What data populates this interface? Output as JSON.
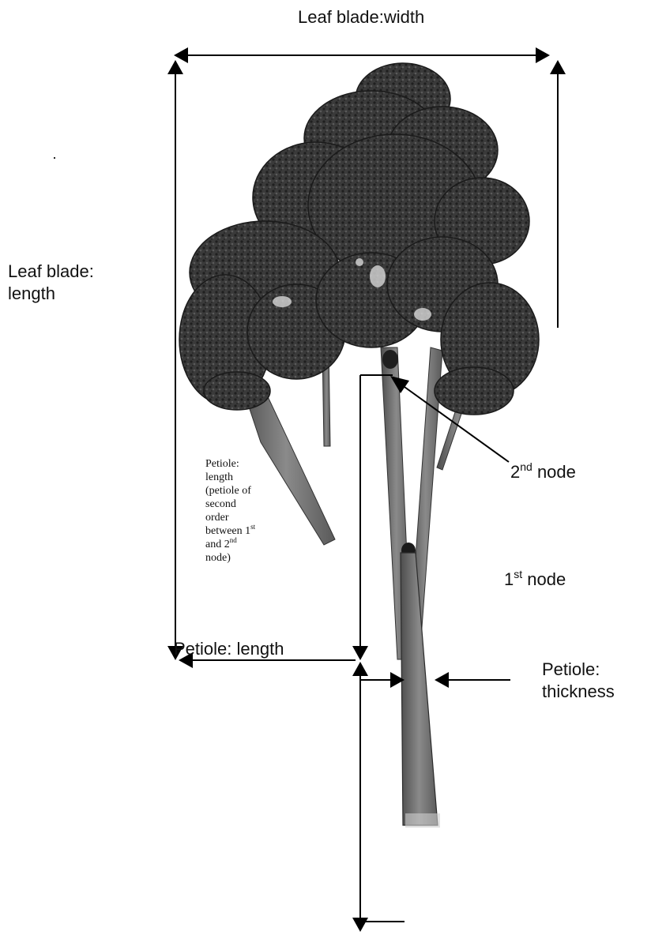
{
  "labels": {
    "leaf_blade_width": "Leaf blade:width",
    "leaf_blade_length": [
      "Leaf blade:",
      "length"
    ],
    "petiole_second_order": {
      "lines": [
        "Petiole:",
        "length",
        "(petiole of",
        "second",
        "order"
      ],
      "between_prefix": "between 1",
      "between_sup": "st",
      "and_prefix": "and 2",
      "and_sup": "nd",
      "last": "node)"
    },
    "second_node": {
      "prefix": "2",
      "sup": "nd",
      "suffix": " node"
    },
    "first_node": {
      "prefix": "1",
      "sup": "st",
      "suffix": " node"
    },
    "petiole_length": "Petiole: length",
    "petiole_thickness": [
      "Petiole:",
      "thickness"
    ]
  },
  "colors": {
    "line": "#000000",
    "foliage_dark": "#2e2e2e",
    "foliage_mid": "#4a4a4a",
    "stem": "#6b6b6b",
    "background": "#ffffff"
  }
}
